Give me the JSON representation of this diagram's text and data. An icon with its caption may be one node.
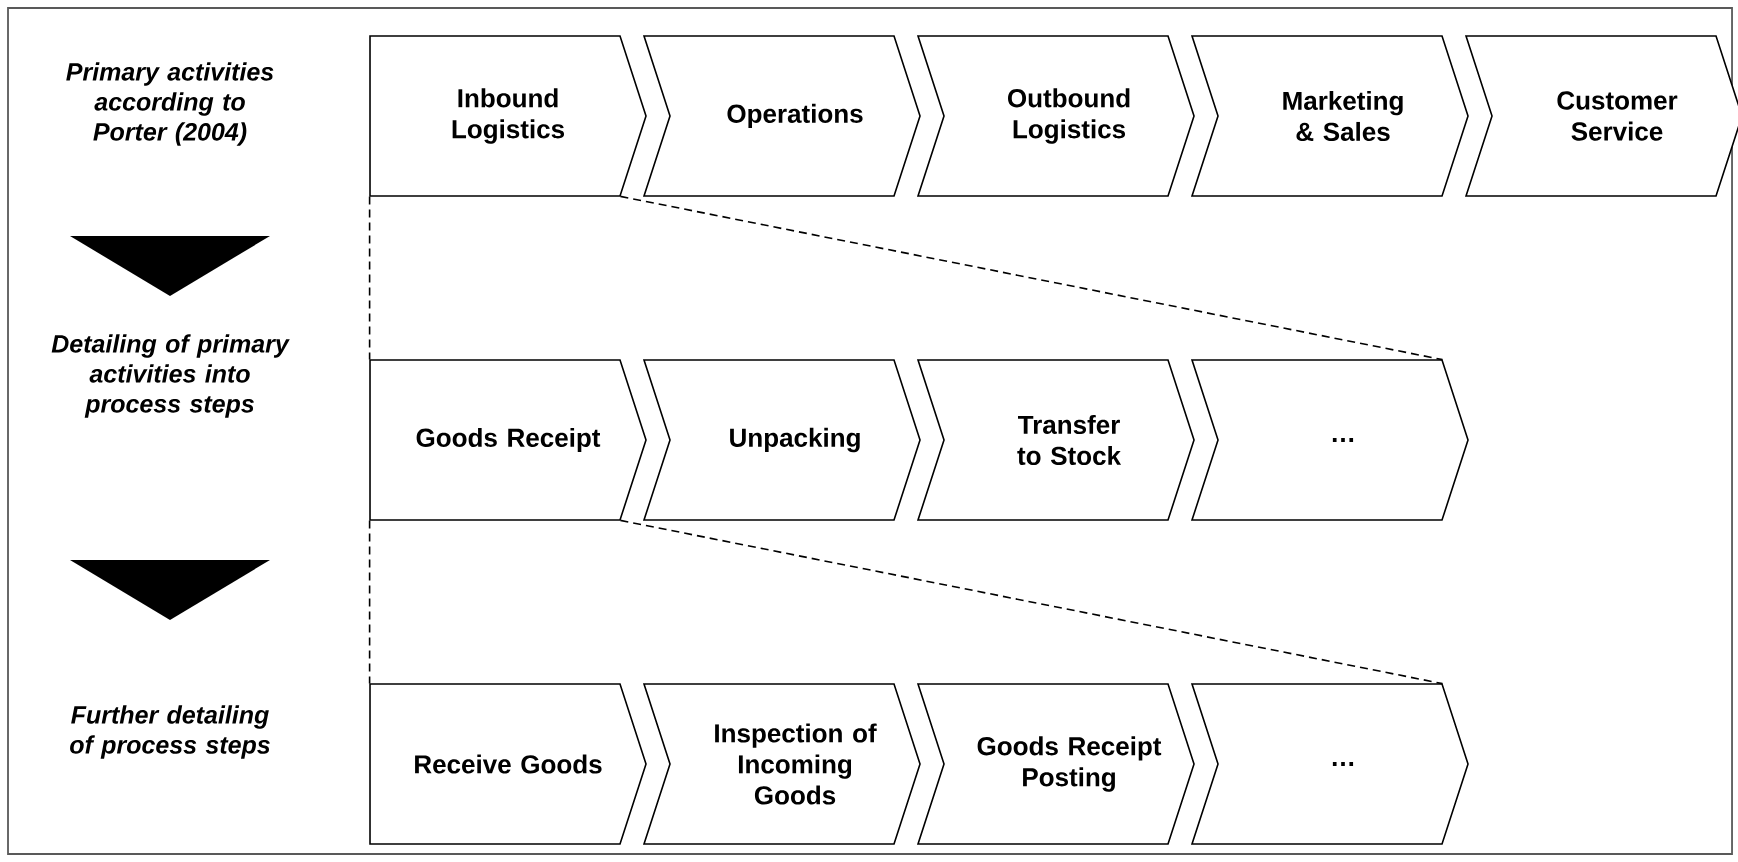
{
  "diagram": {
    "nodes": [
      {
        "text": [
          "Inbound Logistics"
        ]
      },
      {
        "text": [
          "Operations"
        ]
      },
      {
        "text": [
          "Outbound Logistics"
        ]
      },
      {
        "text": [
          "Marketing & Sales"
        ]
      },
      {
        "text": [
          "Customer Service"
        ]
      },
      {
        "text": [
          "Goods Receipt"
        ]
      },
      {
        "text": [
          "Unpacking"
        ]
      },
      {
        "text": [
          "Transfer to Stock"
        ]
      },
      {
        "text": [
          "…"
        ]
      },
      {
        "text": [
          "Receive Goods"
        ]
      },
      {
        "text": [
          "Inspection of Incoming Goods"
        ]
      },
      {
        "text": [
          "Goods Receipt Posting"
        ]
      },
      {
        "text": [
          "…"
        ]
      }
    ],
    "edges": [
      {
        "from": 0,
        "to": 5,
        "arrow": "none",
        "style": "dashed"
      },
      {
        "from": 0,
        "to": 8,
        "arrow": "none",
        "style": "dashed"
      },
      {
        "from": 5,
        "to": 9,
        "arrow": "none",
        "style": "dashed"
      },
      {
        "from": 5,
        "to": 12,
        "arrow": "none",
        "style": "dashed"
      }
    ],
    "labels": [
      "Primary activities according to Porter (2004)",
      "Detailing of primary activities into process steps",
      "Further detailing of process steps"
    ]
  }
}
